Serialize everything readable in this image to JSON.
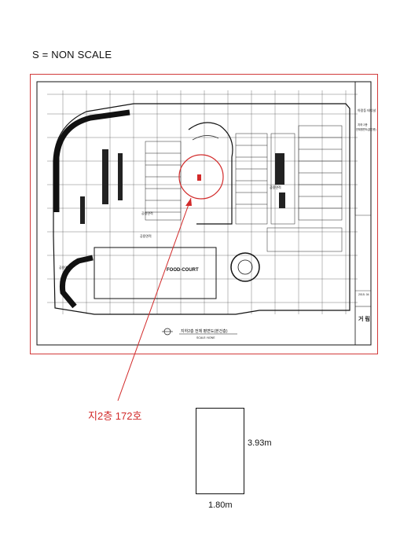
{
  "scale_note": "S = NON SCALE",
  "plan": {
    "food_court_label": "FOOD-COURT",
    "drawing_title": "지하2층 전체 평면도(본건층)",
    "drawing_scale": "SCALE: NONE",
    "title_block": {
      "project": "아람등 테디널",
      "sheet_name_1": "지하 2층",
      "sheet_name_2": "전체평면도(본건층)",
      "date": "2015. 04",
      "firm": "거 림"
    },
    "room_labels": [
      "공용면적",
      "공용면적",
      "공용면적",
      "공용면적"
    ],
    "accent_color": "#d22a2a"
  },
  "callout": {
    "label": "지2층 172호"
  },
  "unit": {
    "height_label": "3.93m",
    "width_label": "1.80m"
  }
}
